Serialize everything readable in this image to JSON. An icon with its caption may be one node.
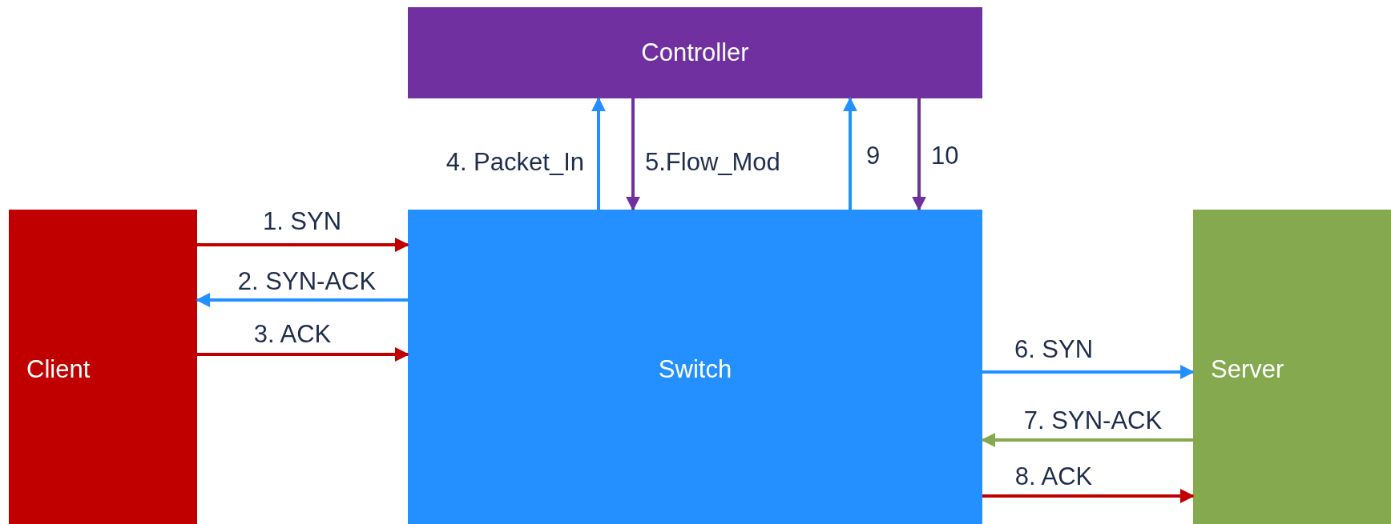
{
  "diagram": {
    "nodes": [
      {
        "text": [
          "Controller"
        ]
      },
      {
        "text": [
          "Client"
        ]
      },
      {
        "text": [
          "Switch"
        ]
      },
      {
        "text": [
          "Server"
        ]
      }
    ],
    "edges": [
      {
        "from": 1,
        "to": 2,
        "arrow": "to",
        "label": "1. SYN",
        "color": "#c00000"
      },
      {
        "from": 2,
        "to": 1,
        "arrow": "to",
        "label": "2. SYN-ACK"
      },
      {
        "from": 1,
        "to": 2,
        "arrow": "to",
        "label": "3. ACK",
        "color": "#c00000"
      },
      {
        "from": 2,
        "to": 0,
        "arrow": "to",
        "label": "4. Packet_In"
      },
      {
        "from": 0,
        "to": 2,
        "arrow": "to",
        "label": "5.Flow_Mod",
        "color": "#7030a0"
      },
      {
        "from": 2,
        "to": 3,
        "arrow": "to",
        "label": "6. SYN"
      },
      {
        "from": 3,
        "to": 2,
        "arrow": "to",
        "label": "7. SYN-ACK",
        "color": "#84a94f"
      },
      {
        "from": 2,
        "to": 3,
        "arrow": "to",
        "label": "8. ACK",
        "color": "#c00000"
      },
      {
        "from": 2,
        "to": 0,
        "arrow": "to",
        "label": "9"
      },
      {
        "from": 0,
        "to": 2,
        "arrow": "to",
        "label": "10",
        "color": "#7030a0"
      }
    ]
  }
}
